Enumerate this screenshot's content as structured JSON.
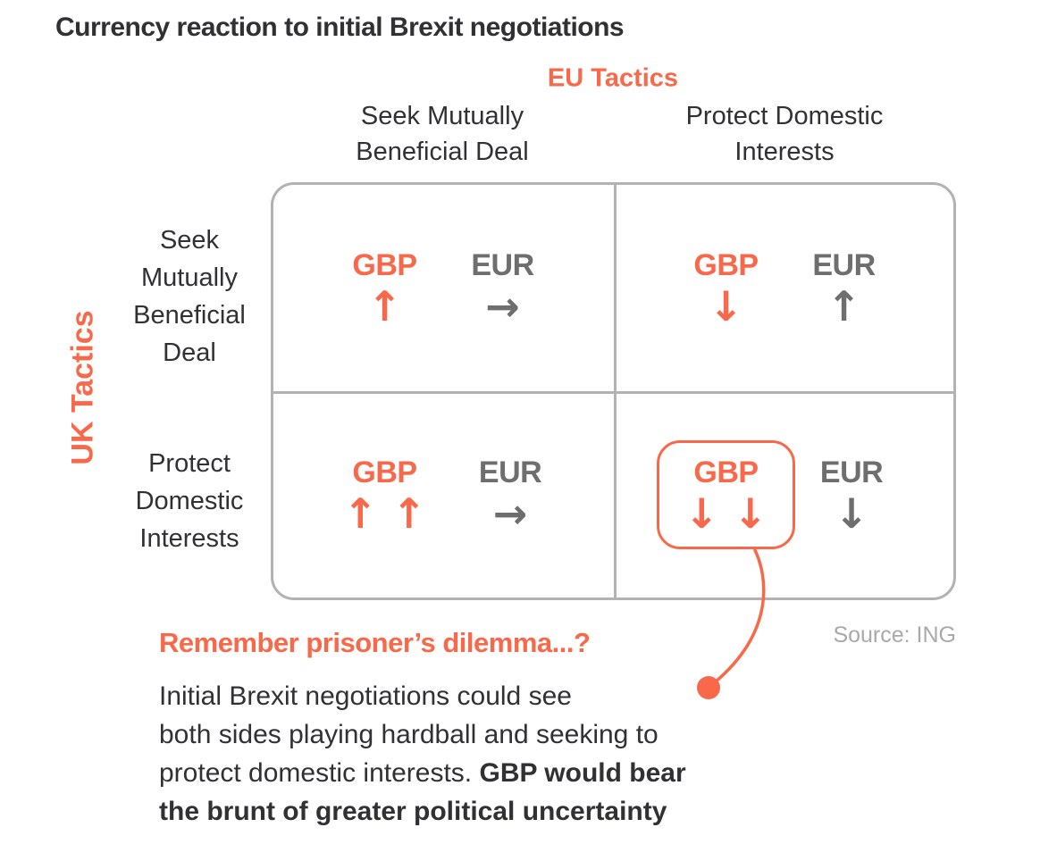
{
  "title": "Currency reaction to initial Brexit negotiations",
  "colors": {
    "orange": "#f7694a",
    "dark": "#313134",
    "gray": "#6e6e6e",
    "border": "#b2b2b2",
    "source": "#a9a9a9"
  },
  "matrix": {
    "eu_axis": "EU Tactics",
    "uk_axis": "UK Tactics",
    "col_headers": [
      [
        "Seek Mutually",
        "Beneficial Deal"
      ],
      [
        "Protect Domestic",
        "Interests"
      ]
    ],
    "row_headers": [
      [
        "Seek",
        "Mutually",
        "Beneficial",
        "Deal"
      ],
      [
        "Protect",
        "Domestic",
        "Interests"
      ]
    ],
    "cells": [
      {
        "scenario": "UK seeks deal / EU seeks deal",
        "gbp": "GBP",
        "gbp_arrows": "↑",
        "eur": "EUR",
        "eur_arrows": "→",
        "highlighted": false
      },
      {
        "scenario": "UK seeks deal / EU protects",
        "gbp": "GBP",
        "gbp_arrows": "↓",
        "eur": "EUR",
        "eur_arrows": "↑",
        "highlighted": false
      },
      {
        "scenario": "UK protects / EU seeks deal",
        "gbp": "GBP",
        "gbp_arrows": "↑ ↑",
        "eur": "EUR",
        "eur_arrows": "→",
        "highlighted": false
      },
      {
        "scenario": "UK protects / EU protects",
        "gbp": "GBP",
        "gbp_arrows": "↓ ↓",
        "eur": "EUR",
        "eur_arrows": "↓",
        "highlighted": true
      }
    ]
  },
  "source": "Source: ING",
  "callout": {
    "heading": "Remember prisoner’s dilemma...?",
    "line1": "Initial Brexit negotiations could see",
    "line2": "both sides playing hardball and seeking to",
    "line3_regular": "protect domestic interests. ",
    "line3_bold": "GBP would bear",
    "line4_bold": "the brunt of greater political uncertainty"
  }
}
